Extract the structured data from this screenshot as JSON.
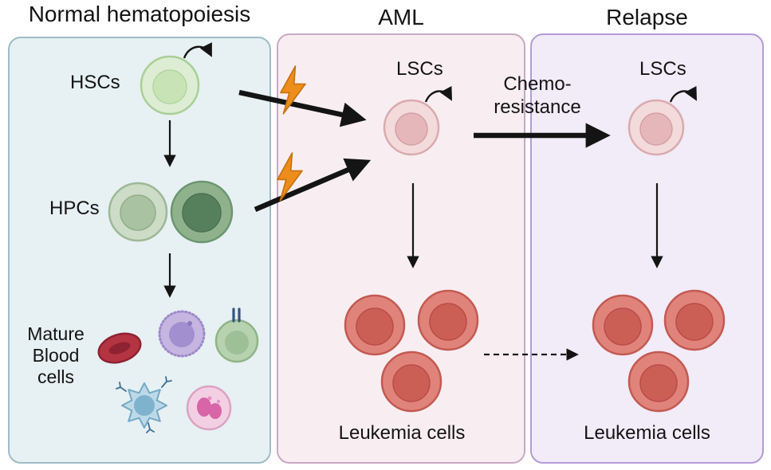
{
  "panels": {
    "normal": {
      "title": "Normal hematopoiesis",
      "labels": {
        "hscs": "HSCs",
        "hpcs": "HPCs",
        "mature_blood_cells": "Mature Blood cells"
      }
    },
    "aml": {
      "title": "AML",
      "labels": {
        "lscs": "LSCs",
        "leukemia_cells": "Leukemia cells"
      }
    },
    "relapse": {
      "title": "Relapse",
      "labels": {
        "lscs": "LSCs",
        "leukemia_cells": "Leukemia cells"
      }
    }
  },
  "annotations": {
    "chemo_line1": "Chemo-",
    "chemo_line2": "resistance"
  },
  "colors": {
    "normal_panel_bg": "#e7f0f2",
    "normal_panel_border": "#9fbcc6",
    "aml_panel_bg": "#f8eef1",
    "aml_panel_border": "#c9a9c4",
    "relapse_panel_bg": "#f2ebf8",
    "relapse_panel_border": "#b49bd8",
    "lightning_bolt": "#ec8d1c",
    "arrow": "#141414",
    "hsc_cell_fill": "#d9ecd0",
    "hpc_light_fill": "#ccdcc6",
    "hpc_dark_fill": "#8fb28c",
    "lsc_outer_fill": "#f3dadb",
    "lsc_inner_fill": "#e5b6ba",
    "leukemia_outer_fill": "#e0837b",
    "leukemia_inner_fill": "#cb5f56",
    "red_blood_cell": "#b43441",
    "purple_immune_cell": "#c6b5e0",
    "green_lymphocyte_cell": "#b7d2ae",
    "blue_dendritic_cell": "#bdd9e8",
    "pink_granulocyte_cell": "#f3cfe3"
  }
}
